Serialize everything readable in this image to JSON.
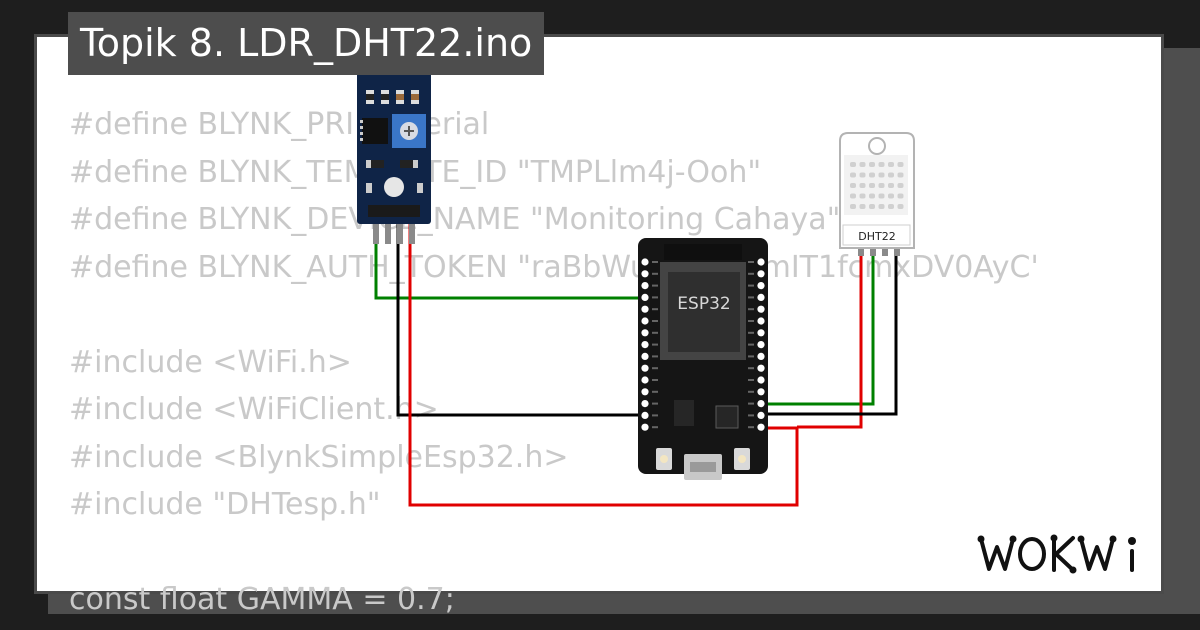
{
  "project": {
    "title": "Topik 8. LDR_DHT22.ino"
  },
  "code_lines": [
    "#define BLYNK_PRINT Serial",
    "#define BLYNK_TEMPLATE_ID \"TMPLlm4j-Ooh\"",
    "#define BLYNK_DEVICE_NAME \"Monitoring Cahaya\"",
    "#define BLYNK_AUTH_TOKEN \"raBbWu8hR1FkmIT1fcmxDV0AyC'",
    "",
    "#include <WiFi.h>",
    "#include <WiFiClient.h>",
    "#include <BlynkSimpleEsp32.h>",
    "#include \"DHTesp.h\"",
    "",
    "const float GAMMA = 0.7;"
  ],
  "components": {
    "ldr_module": {
      "minus_label": "-",
      "plus_label": "+"
    },
    "esp32": {
      "chip_label": "ESP32"
    },
    "dht22": {
      "label": "DHT22"
    }
  },
  "wire_colors": {
    "signal": "#008000",
    "ground": "#000000",
    "power": "#e00000"
  },
  "brand": {
    "name": "WOKWI"
  }
}
